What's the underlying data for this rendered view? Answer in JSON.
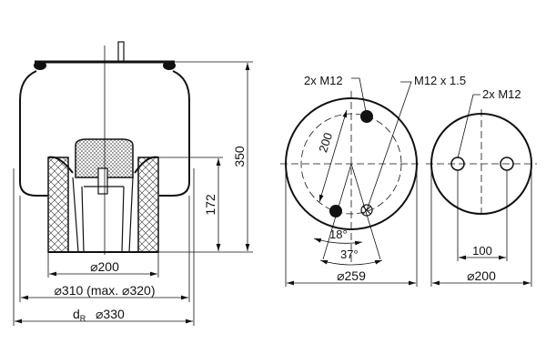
{
  "side_view": {
    "dim_height_total": "350",
    "dim_height_piston": "172",
    "dim_piston_dia": "⌀200",
    "dim_bellow_dia": "⌀310 (max. ⌀320)",
    "dim_roll_dia_label": "d",
    "dim_roll_dia_sub": "R",
    "dim_roll_dia": "⌀330"
  },
  "top_plate_view": {
    "label_bolts": "2x M12",
    "label_air": "M12 x 1.5",
    "dim_bolt_spacing": "200",
    "angle_small": "18°",
    "angle_large": "37°",
    "dim_dia": "⌀259"
  },
  "piston_bottom_view": {
    "label_bolts": "2x M12",
    "dim_bolt_spacing": "100",
    "dim_dia": "⌀200"
  }
}
